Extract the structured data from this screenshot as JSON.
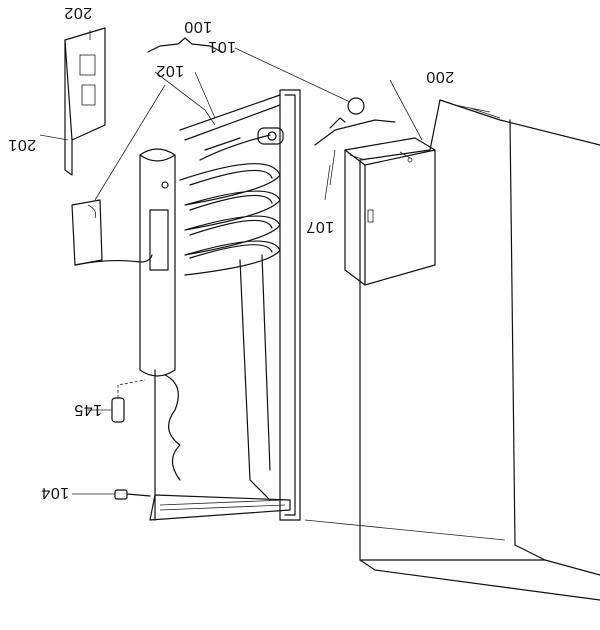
{
  "callouts": [
    {
      "id": "c100",
      "text": "100"
    },
    {
      "id": "c101",
      "text": "101"
    },
    {
      "id": "c102",
      "text": "102"
    },
    {
      "id": "c104",
      "text": "104"
    },
    {
      "id": "c107",
      "text": "107"
    },
    {
      "id": "c145",
      "text": "145"
    },
    {
      "id": "c200",
      "text": "200"
    },
    {
      "id": "c201",
      "text": "201"
    },
    {
      "id": "c202",
      "text": "202"
    }
  ],
  "colors": {
    "stroke": "#111111",
    "background": "#ffffff"
  }
}
